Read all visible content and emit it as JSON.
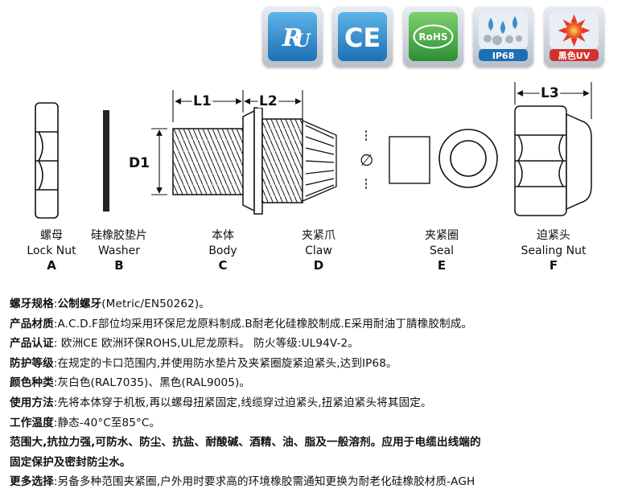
{
  "badges": [
    {
      "name": "ul-badge",
      "icon": "ul-mark-icon",
      "color": "#2f8fd1"
    },
    {
      "name": "ce-badge",
      "icon": "ce-mark-icon",
      "color": "#2f8fd1"
    },
    {
      "name": "rohs-badge",
      "icon": "rohs-mark-icon",
      "text": "RoHS",
      "color": "#3fae49"
    },
    {
      "name": "ip68-badge",
      "icon": "water-drops-icon",
      "text": "IP68",
      "color": "#2f8fd1"
    },
    {
      "name": "uv-badge",
      "icon": "sun-icon",
      "text": "黑色UV",
      "color": "#d4302b"
    }
  ],
  "dimensions": {
    "l1": "L1",
    "l2": "L2",
    "l3": "L3",
    "d1": "D1",
    "diameter": "∅"
  },
  "parts": [
    {
      "cn": "螺母",
      "en": "Lock Nut",
      "letter": "A"
    },
    {
      "cn": "硅橡胶垫片",
      "en": "Washer",
      "letter": "B"
    },
    {
      "cn": "本体",
      "en": "Body",
      "letter": "C"
    },
    {
      "cn": "夹紧爪",
      "en": "Claw",
      "letter": "D"
    },
    {
      "cn": "夹紧圈",
      "en": "Seal",
      "letter": "E"
    },
    {
      "cn": "迫紧头",
      "en": "Sealing Nut",
      "letter": "F"
    }
  ],
  "specs": [
    {
      "key": "螺牙规格",
      "value": "公制螺牙",
      "extra": "(Metric/EN50262)。"
    },
    {
      "key": "产品材质",
      "value": "A.C.D.F部位均采用环保尼龙原料制成.B耐老化硅橡胶制成.E采用耐油丁腈橡胶制成。"
    },
    {
      "key": "产品认证",
      "value": " 欧洲CE 欧洲环保ROHS,UL尼龙原料。 防火等级:UL94V-2。"
    },
    {
      "key": "防护等级",
      "value": "在规定的卡口范围内,并使用防水垫片及夹紧圈旋紧迫紧头,达到IP68。"
    },
    {
      "key": "颜色种类",
      "value": "灰白色(RAL7035)、黑色(RAL9005)。"
    },
    {
      "key": "使用方法",
      "value": "先将本体穿于机板,再以螺母扭紧固定,线缆穿过迫紧头,扭紧迫紧头将其固定。"
    },
    {
      "key": "工作温度",
      "value": "静态-40°C至85°C。"
    },
    {
      "key": "",
      "value": "范围大,抗拉力强,可防水、防尘、抗盐、耐酸碱、酒精、油、脂及一般溶剂。应用于电缆出线端的"
    },
    {
      "key": "",
      "value": "固定保护及密封防尘水。"
    },
    {
      "key": "更多选择",
      "value": "另备多种范围夹紧圈,户外用时要求高的环境橡胶需通知更换为耐老化硅橡胶材质-AGH"
    }
  ]
}
